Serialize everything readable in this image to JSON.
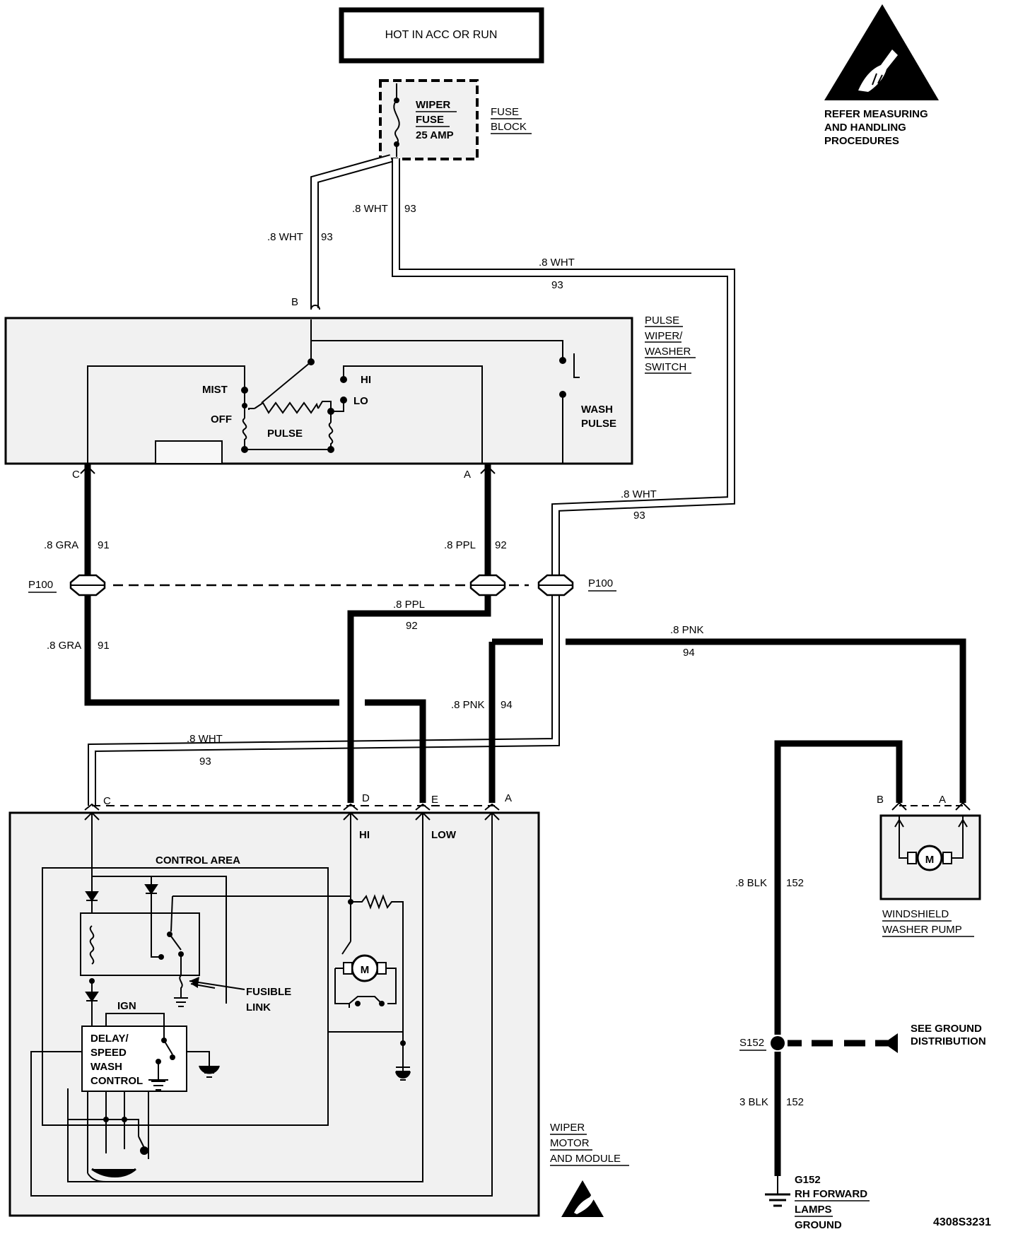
{
  "header": {
    "power_label": "HOT IN ACC OR RUN"
  },
  "esd_notice": {
    "line1": "REFER MEASURING",
    "line2": "AND HANDLING",
    "line3": "PROCEDURES"
  },
  "fuse": {
    "line1": "WIPER",
    "line2": "FUSE",
    "line3": "25 AMP",
    "block_line1": "FUSE",
    "block_line2": "BLOCK"
  },
  "wires": {
    "wht_size": ".8 WHT",
    "wht_circuit": "93",
    "gra_size_top": ".8 GRA",
    "gra_size_bottom": ".8 GRA",
    "gra_circuit": "91",
    "ppl_size_top": ".8 PPL",
    "ppl_size_bottom": ".8 PPL",
    "ppl_circuit": "92",
    "pnk_size_top": ".8 PNK",
    "pnk_size_vert": ".8 PNK",
    "pnk_circuit": "94",
    "blk_size_top": ".8 BLK",
    "blk_size_bottom": "3 BLK",
    "blk_circuit": "152"
  },
  "switch": {
    "name_line1": "PULSE",
    "name_line2": "WIPER/",
    "name_line3": "WASHER",
    "name_line4": "SWITCH",
    "pos_mist": "MIST",
    "pos_off": "OFF",
    "pos_pulse": "PULSE",
    "pos_hi": "HI",
    "pos_lo": "LO",
    "wash_line1": "WASH",
    "wash_line2": "PULSE",
    "pin_b": "B",
    "pin_c": "C",
    "pin_a": "A"
  },
  "connector": {
    "p100_left": "P100",
    "p100_right": "P100"
  },
  "motor_module": {
    "pin_c": "C",
    "pin_d": "D",
    "pin_e": "E",
    "pin_a": "A",
    "hi": "HI",
    "low": "LOW",
    "control_area": "CONTROL AREA",
    "fusible_line1": "FUSIBLE",
    "fusible_line2": "LINK",
    "ign": "IGN",
    "delay_line1": "DELAY/",
    "delay_line2": "SPEED",
    "delay_line3": "WASH",
    "delay_line4": "CONTROL",
    "motor_symbol": "M",
    "name_line1": "WIPER",
    "name_line2": "MOTOR",
    "name_line3": "AND MODULE"
  },
  "washer_pump": {
    "pin_b": "B",
    "pin_a": "A",
    "motor_symbol": "M",
    "name_line1": "WINDSHIELD",
    "name_line2": "WASHER PUMP"
  },
  "ground": {
    "splice": "S152",
    "see_line1": "SEE GROUND",
    "see_line2": "DISTRIBUTION",
    "g_id": "G152",
    "g_line1": "RH FORWARD",
    "g_line2": "LAMPS",
    "g_line3": "GROUND"
  },
  "figure_id": "4308S3231",
  "icons": [
    "esd-warning-icon",
    "ground-symbol-icon",
    "fuse-icon",
    "motor-icon",
    "diode-icon",
    "resistor-icon"
  ],
  "colors": {
    "ink": "#000000",
    "paper": "#ffffff",
    "shade": "#f1f1f1"
  }
}
